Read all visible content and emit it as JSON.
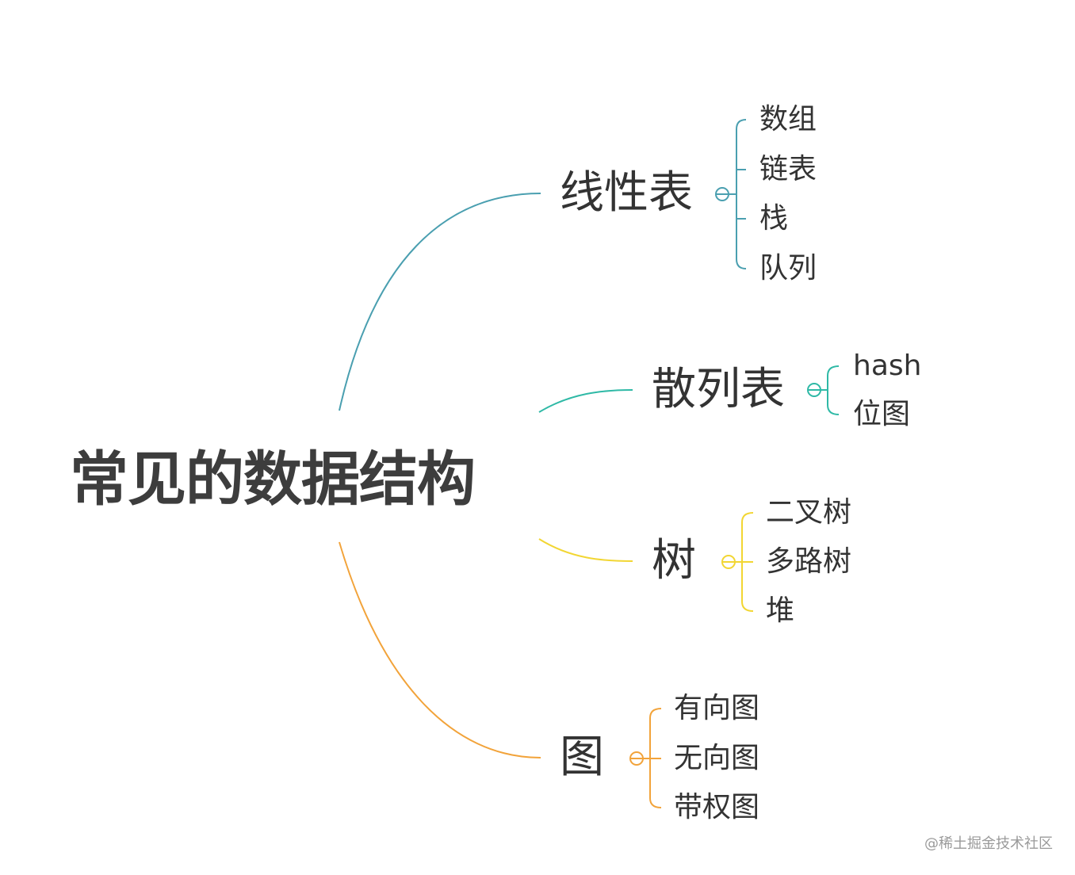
{
  "root": {
    "label": "常见的数据结构"
  },
  "branches": [
    {
      "label": "线性表",
      "color": "#4a9fb0",
      "children": [
        "数组",
        "链表",
        "栈",
        "队列"
      ]
    },
    {
      "label": "散列表",
      "color": "#2fb9a6",
      "children": [
        "hash",
        "位图"
      ]
    },
    {
      "label": "树",
      "color": "#f2d633",
      "children": [
        "二叉树",
        "多路树",
        "堆"
      ]
    },
    {
      "label": "图",
      "color": "#f2a33a",
      "children": [
        "有向图",
        "无向图",
        "带权图"
      ]
    }
  ],
  "watermark": "@稀土掘金技术社区"
}
